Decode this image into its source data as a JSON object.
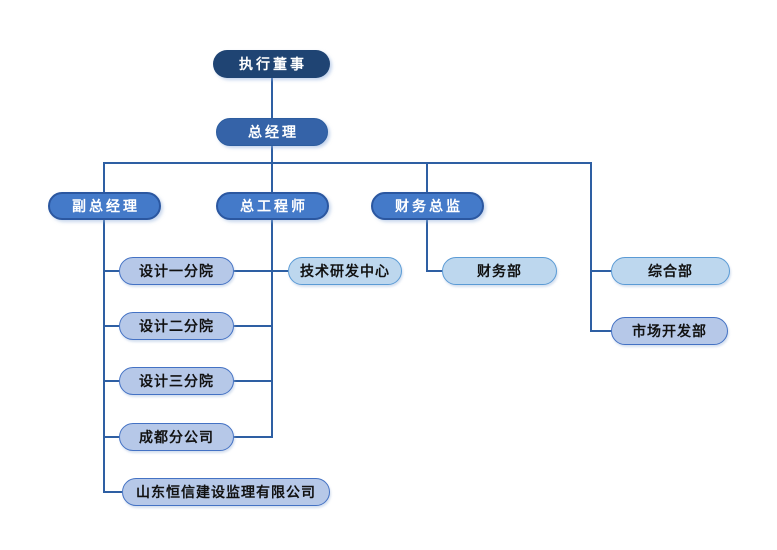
{
  "org_chart": {
    "nodes": [
      {
        "id": "executive-director",
        "label": "执行董事",
        "level": 1
      },
      {
        "id": "general-manager",
        "label": "总经理",
        "level": 2
      },
      {
        "id": "deputy-general-manager",
        "label": "副总经理",
        "level": 3
      },
      {
        "id": "chief-engineer",
        "label": "总工程师",
        "level": 3
      },
      {
        "id": "finance-director",
        "label": "财务总监",
        "level": 3
      },
      {
        "id": "design-branch-1",
        "label": "设计一分院",
        "level": 4
      },
      {
        "id": "tech-rd-center",
        "label": "技术研发中心",
        "level": 4
      },
      {
        "id": "finance-dept",
        "label": "财务部",
        "level": 4
      },
      {
        "id": "general-affairs-dept",
        "label": "综合部",
        "level": 4
      },
      {
        "id": "design-branch-2",
        "label": "设计二分院",
        "level": 4
      },
      {
        "id": "market-dev-dept",
        "label": "市场开发部",
        "level": 4
      },
      {
        "id": "design-branch-3",
        "label": "设计三分院",
        "level": 4
      },
      {
        "id": "chengdu-branch",
        "label": "成都分公司",
        "level": 4
      },
      {
        "id": "shandong-hengxin",
        "label": "山东恒信建设监理有限公司",
        "level": 4
      }
    ],
    "colors": {
      "level1_fill": "#1F4473",
      "level2_fill": "#3563A8",
      "level3_fill": "#447AC9",
      "level3_border": "#2B57A0",
      "light_periwinkle_fill": "#B6C8E8",
      "light_periwinkle_border": "#4472C4",
      "light_sky_fill": "#BDD7EE",
      "light_sky_border": "#5B9BD5",
      "connector": "#2E5FA3",
      "dark_box_text": "#FFFFFF",
      "light_box_text": "#111111",
      "background": "#FFFFFF"
    }
  }
}
